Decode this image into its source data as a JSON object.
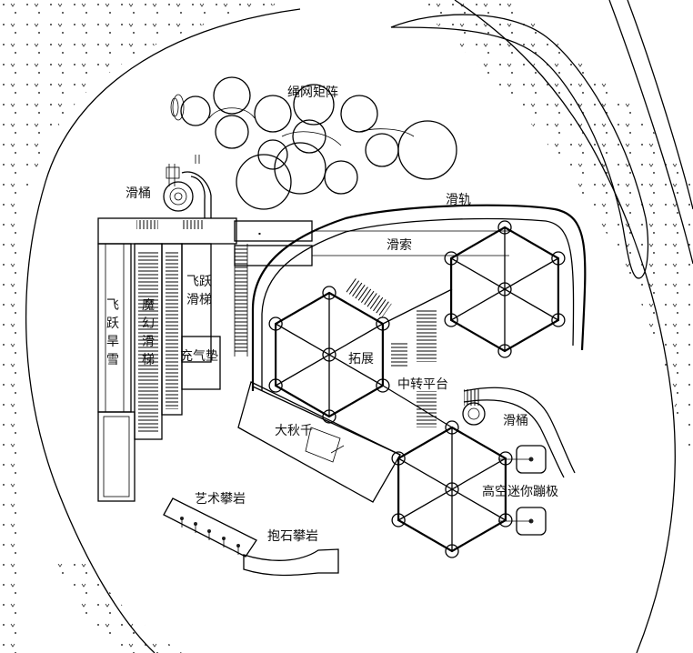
{
  "labels": {
    "rope_net": "绳网矩阵",
    "slide_tube_1": "滑桶",
    "slide_rail": "滑轨",
    "zipline": "滑索",
    "fly_dry_snow_1": "飞",
    "fly_dry_snow_2": "跃",
    "fly_dry_snow_3": "旱",
    "fly_dry_snow_4": "雪",
    "magic_slide_1": "魔",
    "magic_slide_2": "幻",
    "magic_slide_3": "滑",
    "magic_slide_4": "梯",
    "fly_slide_1": "飞跃",
    "fly_slide_2": "滑梯",
    "airbag": "充气垫",
    "expansion": "拓展",
    "transfer_platform": "中转平台",
    "slide_tube_2": "滑桶",
    "big_swing": "大秋千",
    "mini_bungee": "高空迷你蹦极",
    "art_climbing": "艺术攀岩",
    "boulder_climbing": "抱石攀岩"
  }
}
